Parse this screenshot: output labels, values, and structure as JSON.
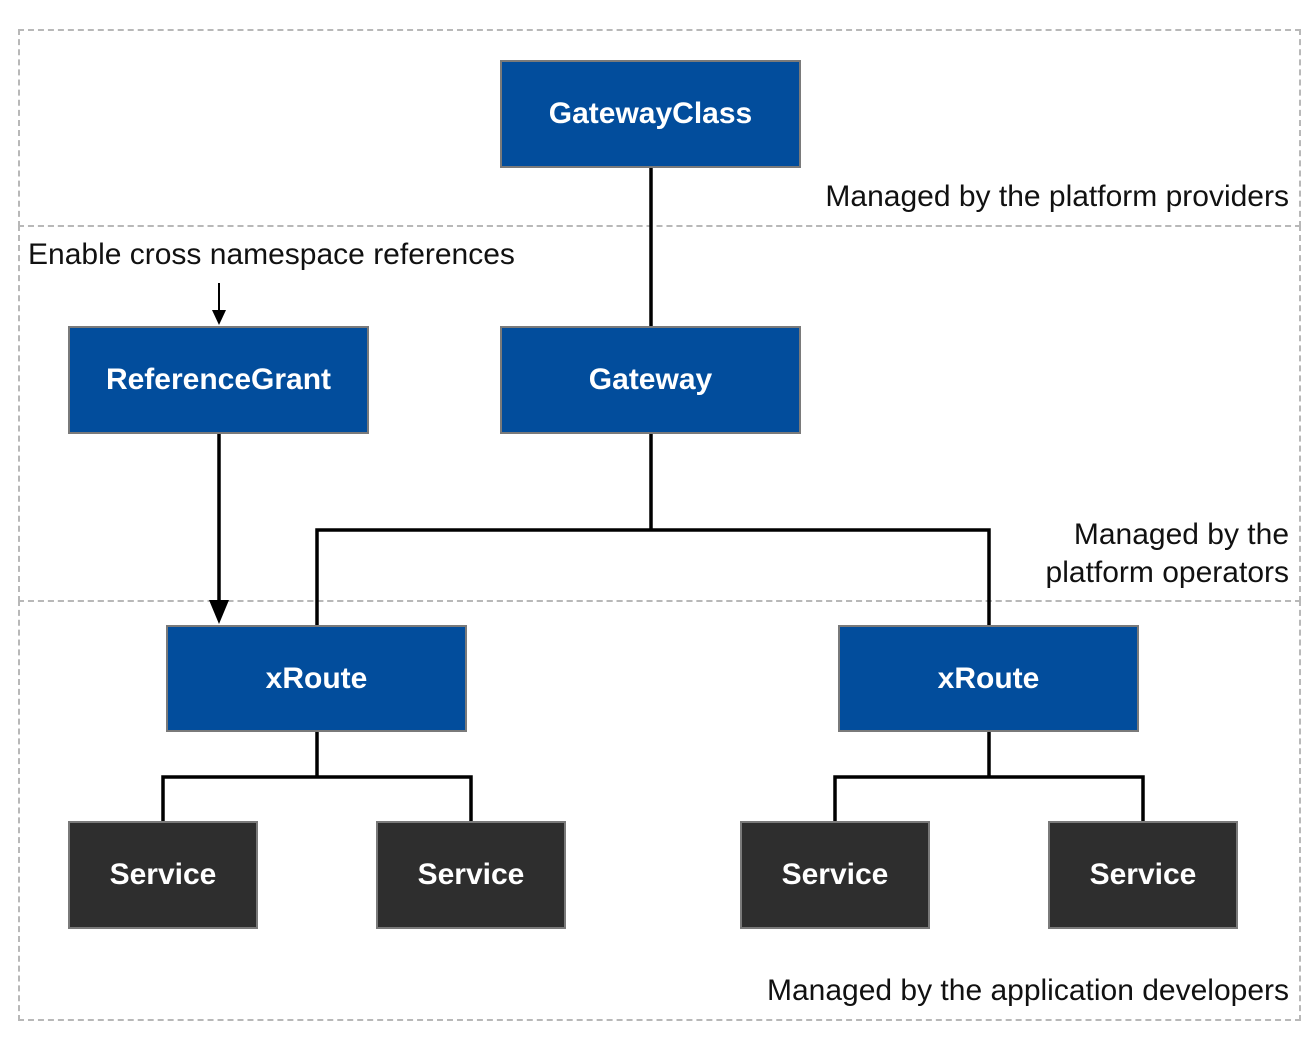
{
  "zones": {
    "providers_label": "Managed by the platform providers",
    "operators_label_line1": "Managed by the",
    "operators_label_line2": "platform operators",
    "developers_label": "Managed by the application developers"
  },
  "annotation": "Enable cross namespace references",
  "nodes": {
    "gateway_class": "GatewayClass",
    "reference_grant": "ReferenceGrant",
    "gateway": "Gateway",
    "xroute_left": "xRoute",
    "xroute_right": "xRoute",
    "service_1": "Service",
    "service_2": "Service",
    "service_3": "Service",
    "service_4": "Service"
  },
  "colors": {
    "resource_node": "#024d9c",
    "service_node": "#2e2e2e",
    "zone_border": "#b8b8b8",
    "connector": "#000000"
  }
}
